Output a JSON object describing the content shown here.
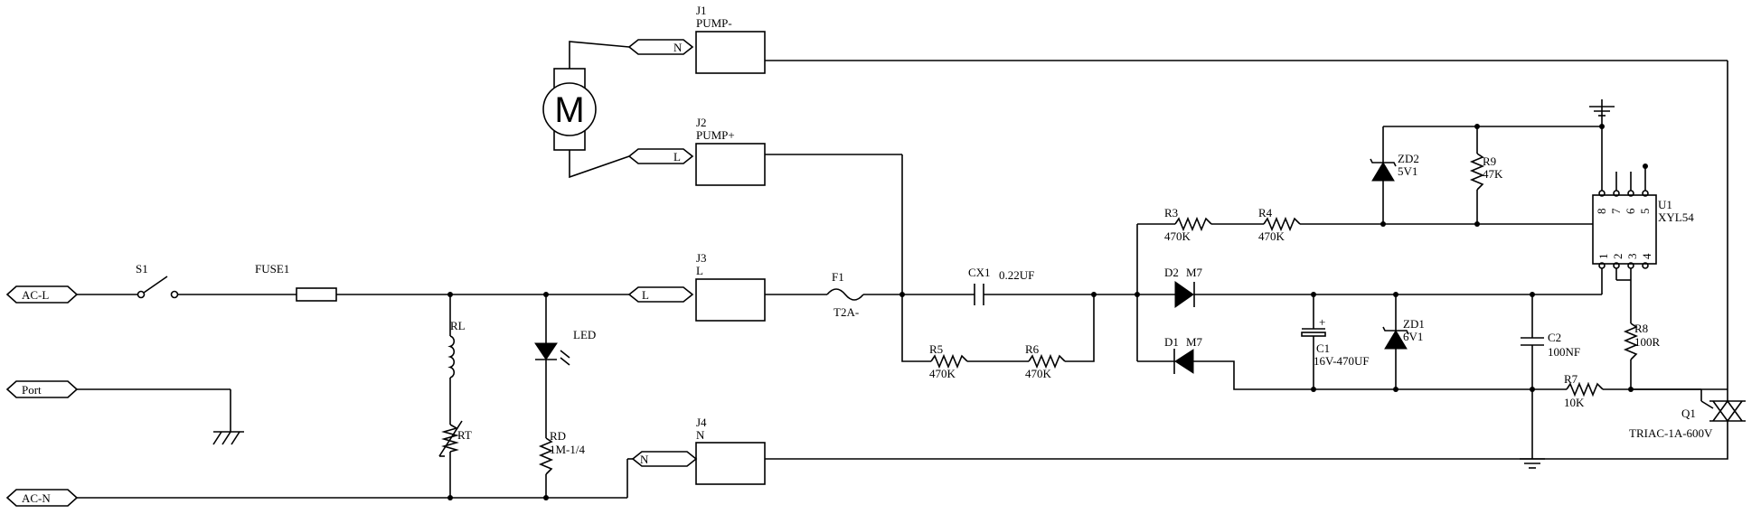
{
  "diagram": {
    "connectors": {
      "ac_l": "AC-L",
      "port": "Port",
      "ac_n": "AC-N"
    },
    "switch": {
      "ref": "S1"
    },
    "fuse": {
      "ref": "FUSE1"
    },
    "inductor": {
      "ref": "RL"
    },
    "thermistor": {
      "ref": "RT"
    },
    "led": {
      "ref": "LED"
    },
    "led_resistor": {
      "ref": "RD",
      "value": "1M-1/4"
    },
    "motor": {
      "symbol": "M"
    },
    "jacks": {
      "j1": {
        "ref": "J1",
        "name": "PUMP-",
        "pin": "N"
      },
      "j2": {
        "ref": "J2",
        "name": "PUMP+",
        "pin": "L"
      },
      "j3": {
        "ref": "J3",
        "name": "L",
        "pin": "L"
      },
      "j4": {
        "ref": "J4",
        "name": "N",
        "pin": "N"
      }
    },
    "f1": {
      "ref": "F1",
      "value": "T2A-"
    },
    "cx1": {
      "ref": "CX1",
      "value": "0.22UF"
    },
    "r5": {
      "ref": "R5",
      "value": "470K"
    },
    "r6": {
      "ref": "R6",
      "value": "470K"
    },
    "r3": {
      "ref": "R3",
      "value": "470K"
    },
    "r4": {
      "ref": "R4",
      "value": "470K"
    },
    "d2": {
      "ref": "D2",
      "value": "M7"
    },
    "d1": {
      "ref": "D1",
      "value": "M7"
    },
    "c1": {
      "ref": "C1",
      "value": "16V-470UF"
    },
    "zd1": {
      "ref": "ZD1",
      "value": "6V1"
    },
    "zd2": {
      "ref": "ZD2",
      "value": "5V1"
    },
    "r9": {
      "ref": "R9",
      "value": "47K"
    },
    "c2": {
      "ref": "C2",
      "value": "100NF"
    },
    "r8": {
      "ref": "R8",
      "value": "100R"
    },
    "r7": {
      "ref": "R7",
      "value": "10K"
    },
    "u1": {
      "ref": "U1",
      "part": "XYL54",
      "pins_top": [
        "8",
        "7",
        "6",
        "5"
      ],
      "pins_bottom": [
        "1",
        "2",
        "3",
        "4"
      ]
    },
    "q1": {
      "ref": "Q1",
      "value": "TRIAC-1A-600V"
    }
  }
}
